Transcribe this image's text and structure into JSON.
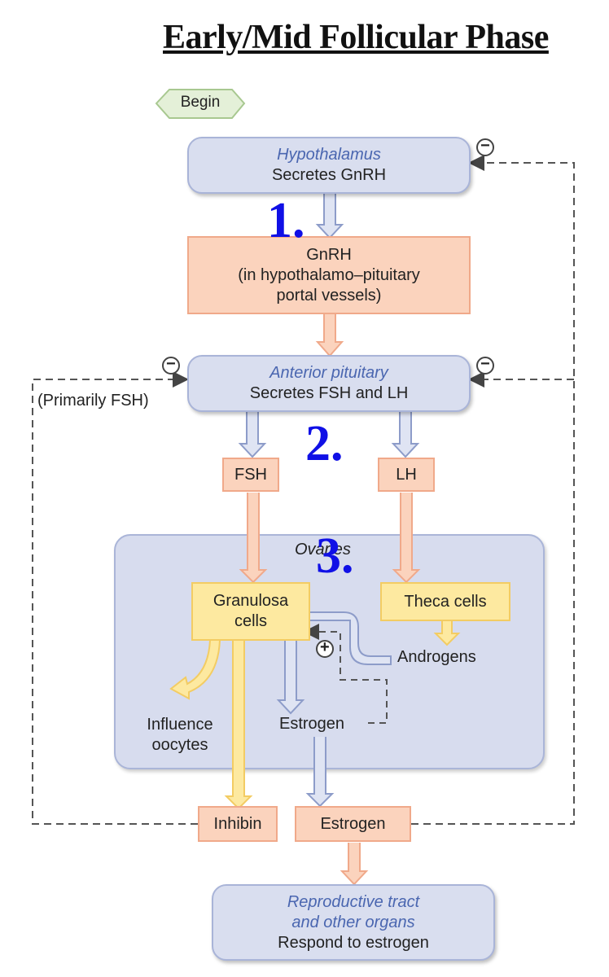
{
  "title": "Early/Mid Follicular Phase",
  "begin": "Begin",
  "hypothalamus": {
    "name": "Hypothalamus",
    "action": "Secretes GnRH"
  },
  "gnrh": {
    "line1": "GnRH",
    "line2": "(in hypothalamo–pituitary",
    "line3": "portal vessels)"
  },
  "pituitary": {
    "name": "Anterior pituitary",
    "action": "Secretes FSH and LH",
    "note": "(Primarily FSH)"
  },
  "fsh": "FSH",
  "lh": "LH",
  "ovaries": "Ovaries",
  "granulosa": {
    "line1": "Granulosa",
    "line2": "cells"
  },
  "theca": "Theca cells",
  "androgens": "Androgens",
  "influence": {
    "line1": "Influence",
    "line2": "oocytes"
  },
  "estrogen_inner": "Estrogen",
  "inhibin": "Inhibin",
  "estrogen": "Estrogen",
  "target": {
    "line1": "Reproductive tract",
    "line2": "and other organs",
    "line3": "Respond to estrogen"
  },
  "steps": {
    "one": "1.",
    "two": "2.",
    "three": "3."
  },
  "signs": {
    "minus": "−",
    "plus": "+"
  }
}
